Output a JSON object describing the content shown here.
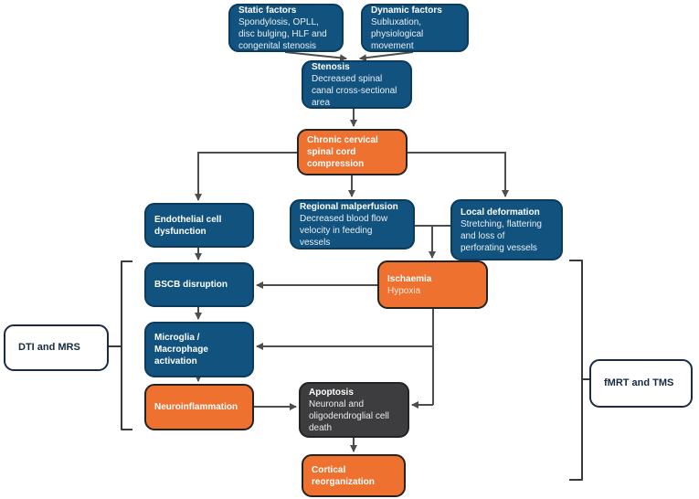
{
  "diagram": {
    "title": "Pathophysiology flowchart of chronic cervical spinal cord compression",
    "colors": {
      "node_blue": "#11537e",
      "node_orange": "#ee7130",
      "node_gray": "#3d3d3f",
      "node_white": "#ffffff",
      "line": "#4d4d4d",
      "text_on_dark": "#ffffff",
      "text_dark": "#16283f"
    },
    "nodes": {
      "static_factors": {
        "title": "Static factors",
        "body": "Spondylosis, OPLL,\ndisc bulging, HLF and\ncongenital stenosis"
      },
      "dynamic_factors": {
        "title": "Dynamic factors",
        "body": "Subluxation,\nphysiological\nmovement"
      },
      "stenosis": {
        "title": "Stenosis",
        "body": "Decreased spinal\ncanal cross-sectional\narea"
      },
      "chronic_compression": {
        "title": "Chronic cervical\nspinal cord\ncompression"
      },
      "endothelial_dysfunction": {
        "title": "Endothelial cell\ndysfunction"
      },
      "regional_malperfusion": {
        "title": "Regional malperfusion",
        "body": "Decreased blood flow\nvelocity in feeding vessels"
      },
      "local_deformation": {
        "title": "Local deformation",
        "body": "Stretching, flattering\nand loss of\nperforating vessels"
      },
      "bscb_disruption": {
        "title": "BSCB disruption"
      },
      "microglia_activation": {
        "title": "Microglia /\nMacrophage\nactivation"
      },
      "neuroinflammation": {
        "title": "Neuroinflammation"
      },
      "ischaemia": {
        "title": "Ischaemia",
        "body": "Hypoxia"
      },
      "apoptosis": {
        "title": "Apoptosis",
        "body": "Neuronal and\noligodendroglial cell\ndeath"
      },
      "cortical_reorganization": {
        "title": "Cortical\nreorganization"
      },
      "dti_mrs": {
        "title": "DTI and MRS"
      },
      "fmrt_tms": {
        "title": "fMRT and TMS"
      }
    }
  }
}
